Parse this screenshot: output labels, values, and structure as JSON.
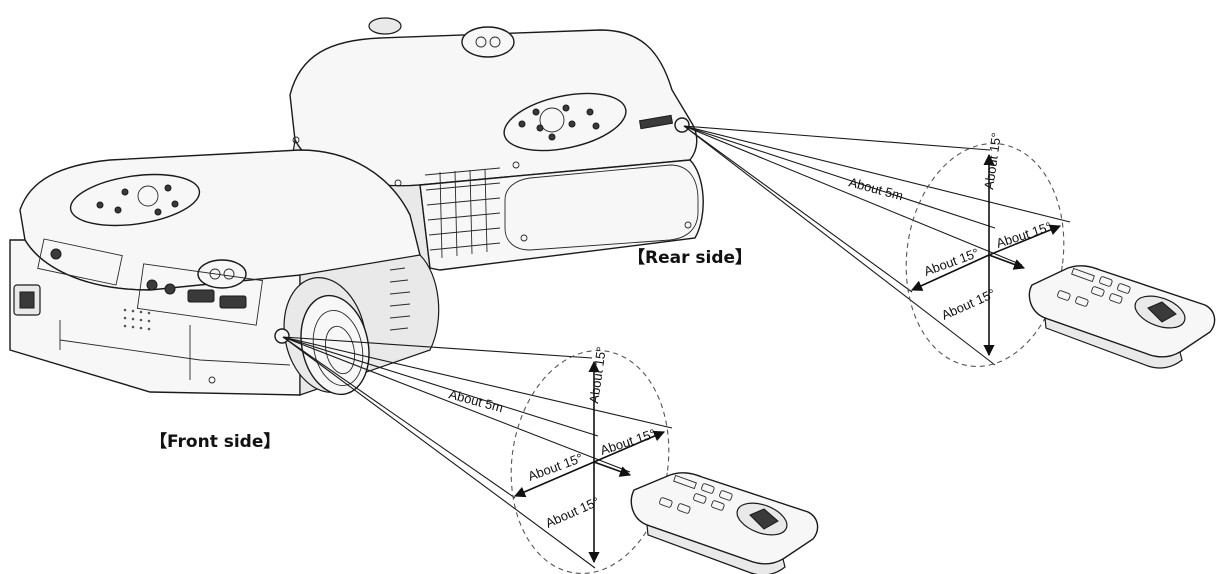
{
  "labels": {
    "rear_side": "【Rear side】",
    "front_side": "【Front side】"
  },
  "rear_range": {
    "distance": "About 5m",
    "angle_up": "About 15°",
    "angle_right": "About 15°",
    "angle_left": "About 15°",
    "angle_down": "About 15°"
  },
  "front_range": {
    "distance": "About 5m",
    "angle_up": "About 15°",
    "angle_right": "About 15°",
    "angle_left": "About 15°",
    "angle_down": "About 15°"
  }
}
